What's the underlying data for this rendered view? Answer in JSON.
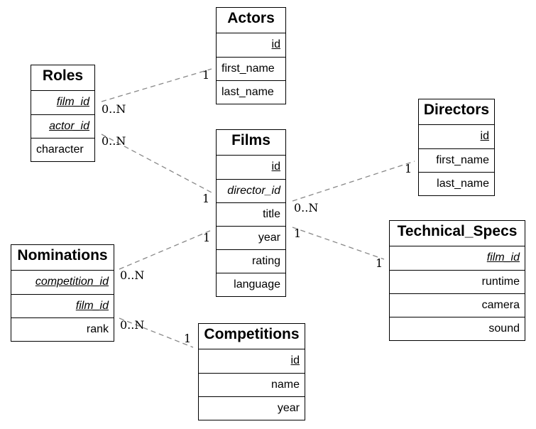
{
  "entities": {
    "actors": {
      "name": "Actors",
      "attributes": [
        {
          "name": "id",
          "kind": "pk"
        },
        {
          "name": "first_name",
          "kind": "plain"
        },
        {
          "name": "last_name",
          "kind": "plain"
        }
      ]
    },
    "roles": {
      "name": "Roles",
      "attributes": [
        {
          "name": "film_id",
          "kind": "fk"
        },
        {
          "name": "actor_id",
          "kind": "fk"
        },
        {
          "name": "character",
          "kind": "plain"
        }
      ]
    },
    "directors": {
      "name": "Directors",
      "attributes": [
        {
          "name": "id",
          "kind": "pk"
        },
        {
          "name": "first_name",
          "kind": "plain"
        },
        {
          "name": "last_name",
          "kind": "plain"
        }
      ]
    },
    "films": {
      "name": "Films",
      "attributes": [
        {
          "name": "id",
          "kind": "pk"
        },
        {
          "name": "director_id",
          "kind": "fk"
        },
        {
          "name": "title",
          "kind": "plain"
        },
        {
          "name": "year",
          "kind": "plain"
        },
        {
          "name": "rating",
          "kind": "plain"
        },
        {
          "name": "language",
          "kind": "plain"
        }
      ]
    },
    "technical_specs": {
      "name": "Technical_Specs",
      "attributes": [
        {
          "name": "film_id",
          "kind": "fk"
        },
        {
          "name": "runtime",
          "kind": "plain"
        },
        {
          "name": "camera",
          "kind": "plain"
        },
        {
          "name": "sound",
          "kind": "plain"
        }
      ]
    },
    "nominations": {
      "name": "Nominations",
      "attributes": [
        {
          "name": "competition_id",
          "kind": "fk"
        },
        {
          "name": "film_id",
          "kind": "fk"
        },
        {
          "name": "rank",
          "kind": "plain"
        }
      ]
    },
    "competitions": {
      "name": "Competitions",
      "attributes": [
        {
          "name": "id",
          "kind": "pk"
        },
        {
          "name": "name",
          "kind": "plain"
        },
        {
          "name": "year",
          "kind": "plain"
        }
      ]
    }
  },
  "relationships": [
    {
      "from": "roles.film_id",
      "to": "films",
      "from_card": "0..N",
      "to_card": "1"
    },
    {
      "from": "roles.actor_id",
      "to": "actors",
      "from_card": "0..N",
      "to_card": "1"
    },
    {
      "from": "films.director_id",
      "to": "directors",
      "from_card": "0..N",
      "to_card": "1"
    },
    {
      "from": "technical_specs.film_id",
      "to": "films",
      "from_card": "1",
      "to_card": "1"
    },
    {
      "from": "nominations.film_id",
      "to": "films",
      "from_card": "0..N",
      "to_card": "1"
    },
    {
      "from": "nominations.competition_id",
      "to": "competitions",
      "from_card": "0..N",
      "to_card": "1"
    }
  ],
  "colors": {
    "line": "#888888",
    "border": "#000000",
    "background": "#ffffff"
  }
}
